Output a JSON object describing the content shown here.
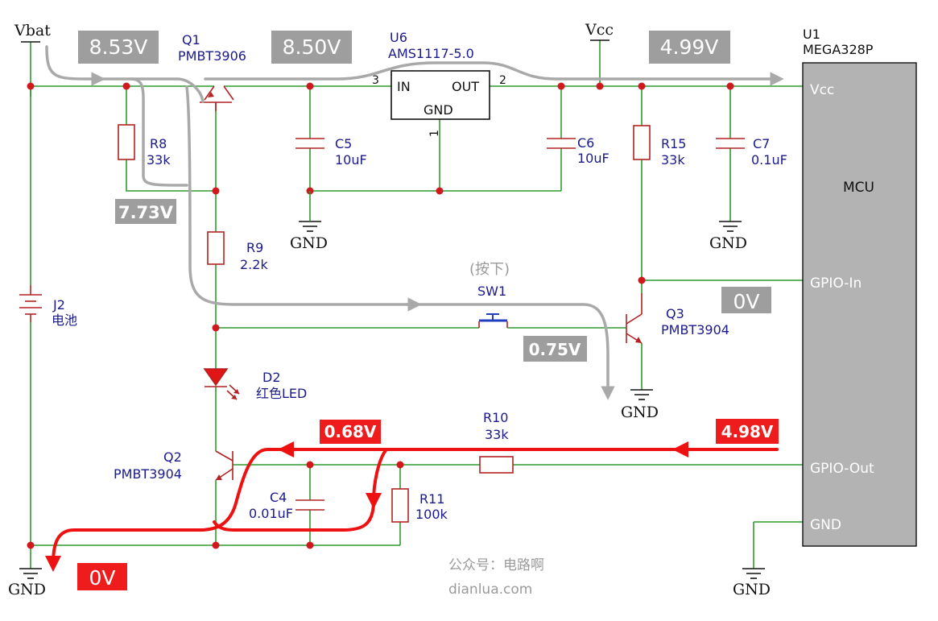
{
  "power": {
    "vbat": "Vbat",
    "vcc": "Vcc"
  },
  "voltages": {
    "vbat_node": "8.53V",
    "regulator_in": "8.50V",
    "regulator_out": "4.99V",
    "q1_base": "7.73V",
    "gpio_in": "0V",
    "q3_base": "0.75V",
    "q2_base": "0.68V",
    "gpio_out": "4.98V",
    "ground": "0V"
  },
  "components": {
    "q1": {
      "ref": "Q1",
      "part": "PMBT3906"
    },
    "u6": {
      "ref": "U6",
      "part": "AMS1117-5.0",
      "pin_in": "IN",
      "pin_out": "OUT",
      "pin_gnd": "GND",
      "pin_in_num": "3",
      "pin_out_num": "2",
      "pin_gnd_num": "1"
    },
    "u1": {
      "ref": "U1",
      "part": "MEGA328P",
      "body": "MCU",
      "pin_vcc": "Vcc",
      "pin_gpio_in": "GPIO-In",
      "pin_gpio_out": "GPIO-Out",
      "pin_gnd": "GND"
    },
    "r8": {
      "ref": "R8",
      "value": "33k"
    },
    "r9": {
      "ref": "R9",
      "value": "2.2k"
    },
    "r10": {
      "ref": "R10",
      "value": "33k"
    },
    "r11": {
      "ref": "R11",
      "value": "100k"
    },
    "r15": {
      "ref": "R15",
      "value": "33k"
    },
    "c4": {
      "ref": "C4",
      "value": "0.01uF"
    },
    "c5": {
      "ref": "C5",
      "value": "10uF"
    },
    "c6": {
      "ref": "C6",
      "value": "10uF"
    },
    "c7": {
      "ref": "C7",
      "value": "0.1uF"
    },
    "j2": {
      "ref": "J2",
      "value": "电池"
    },
    "d2": {
      "ref": "D2",
      "value": "红色LED"
    },
    "q2": {
      "ref": "Q2",
      "part": "PMBT3904"
    },
    "q3": {
      "ref": "Q3",
      "part": "PMBT3904"
    },
    "sw1": {
      "ref": "SW1",
      "state": "(按下)"
    }
  },
  "ground_label": "GND",
  "watermark": {
    "line1": "公众号：电路啊",
    "line2": "dianlua.com"
  },
  "colors": {
    "wire": "#2e9b2e",
    "component": "#b22222",
    "junction": "#d0191d",
    "label": "#1a1a8c",
    "voltage_box": "#9e9e9e",
    "highlight": "#ee1c1c"
  }
}
